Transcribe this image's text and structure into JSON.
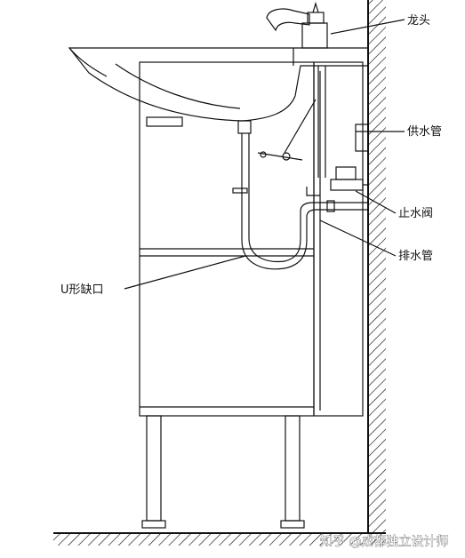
{
  "labels": {
    "faucet": "龙头",
    "supply_pipe": "供水管",
    "stop_valve": "止水阀",
    "drain_pipe": "排水管",
    "u_notch": "U形缺口"
  },
  "watermark": "知乎 @成都独立设计师",
  "colors": {
    "line": "#111111",
    "background": "#ffffff"
  }
}
